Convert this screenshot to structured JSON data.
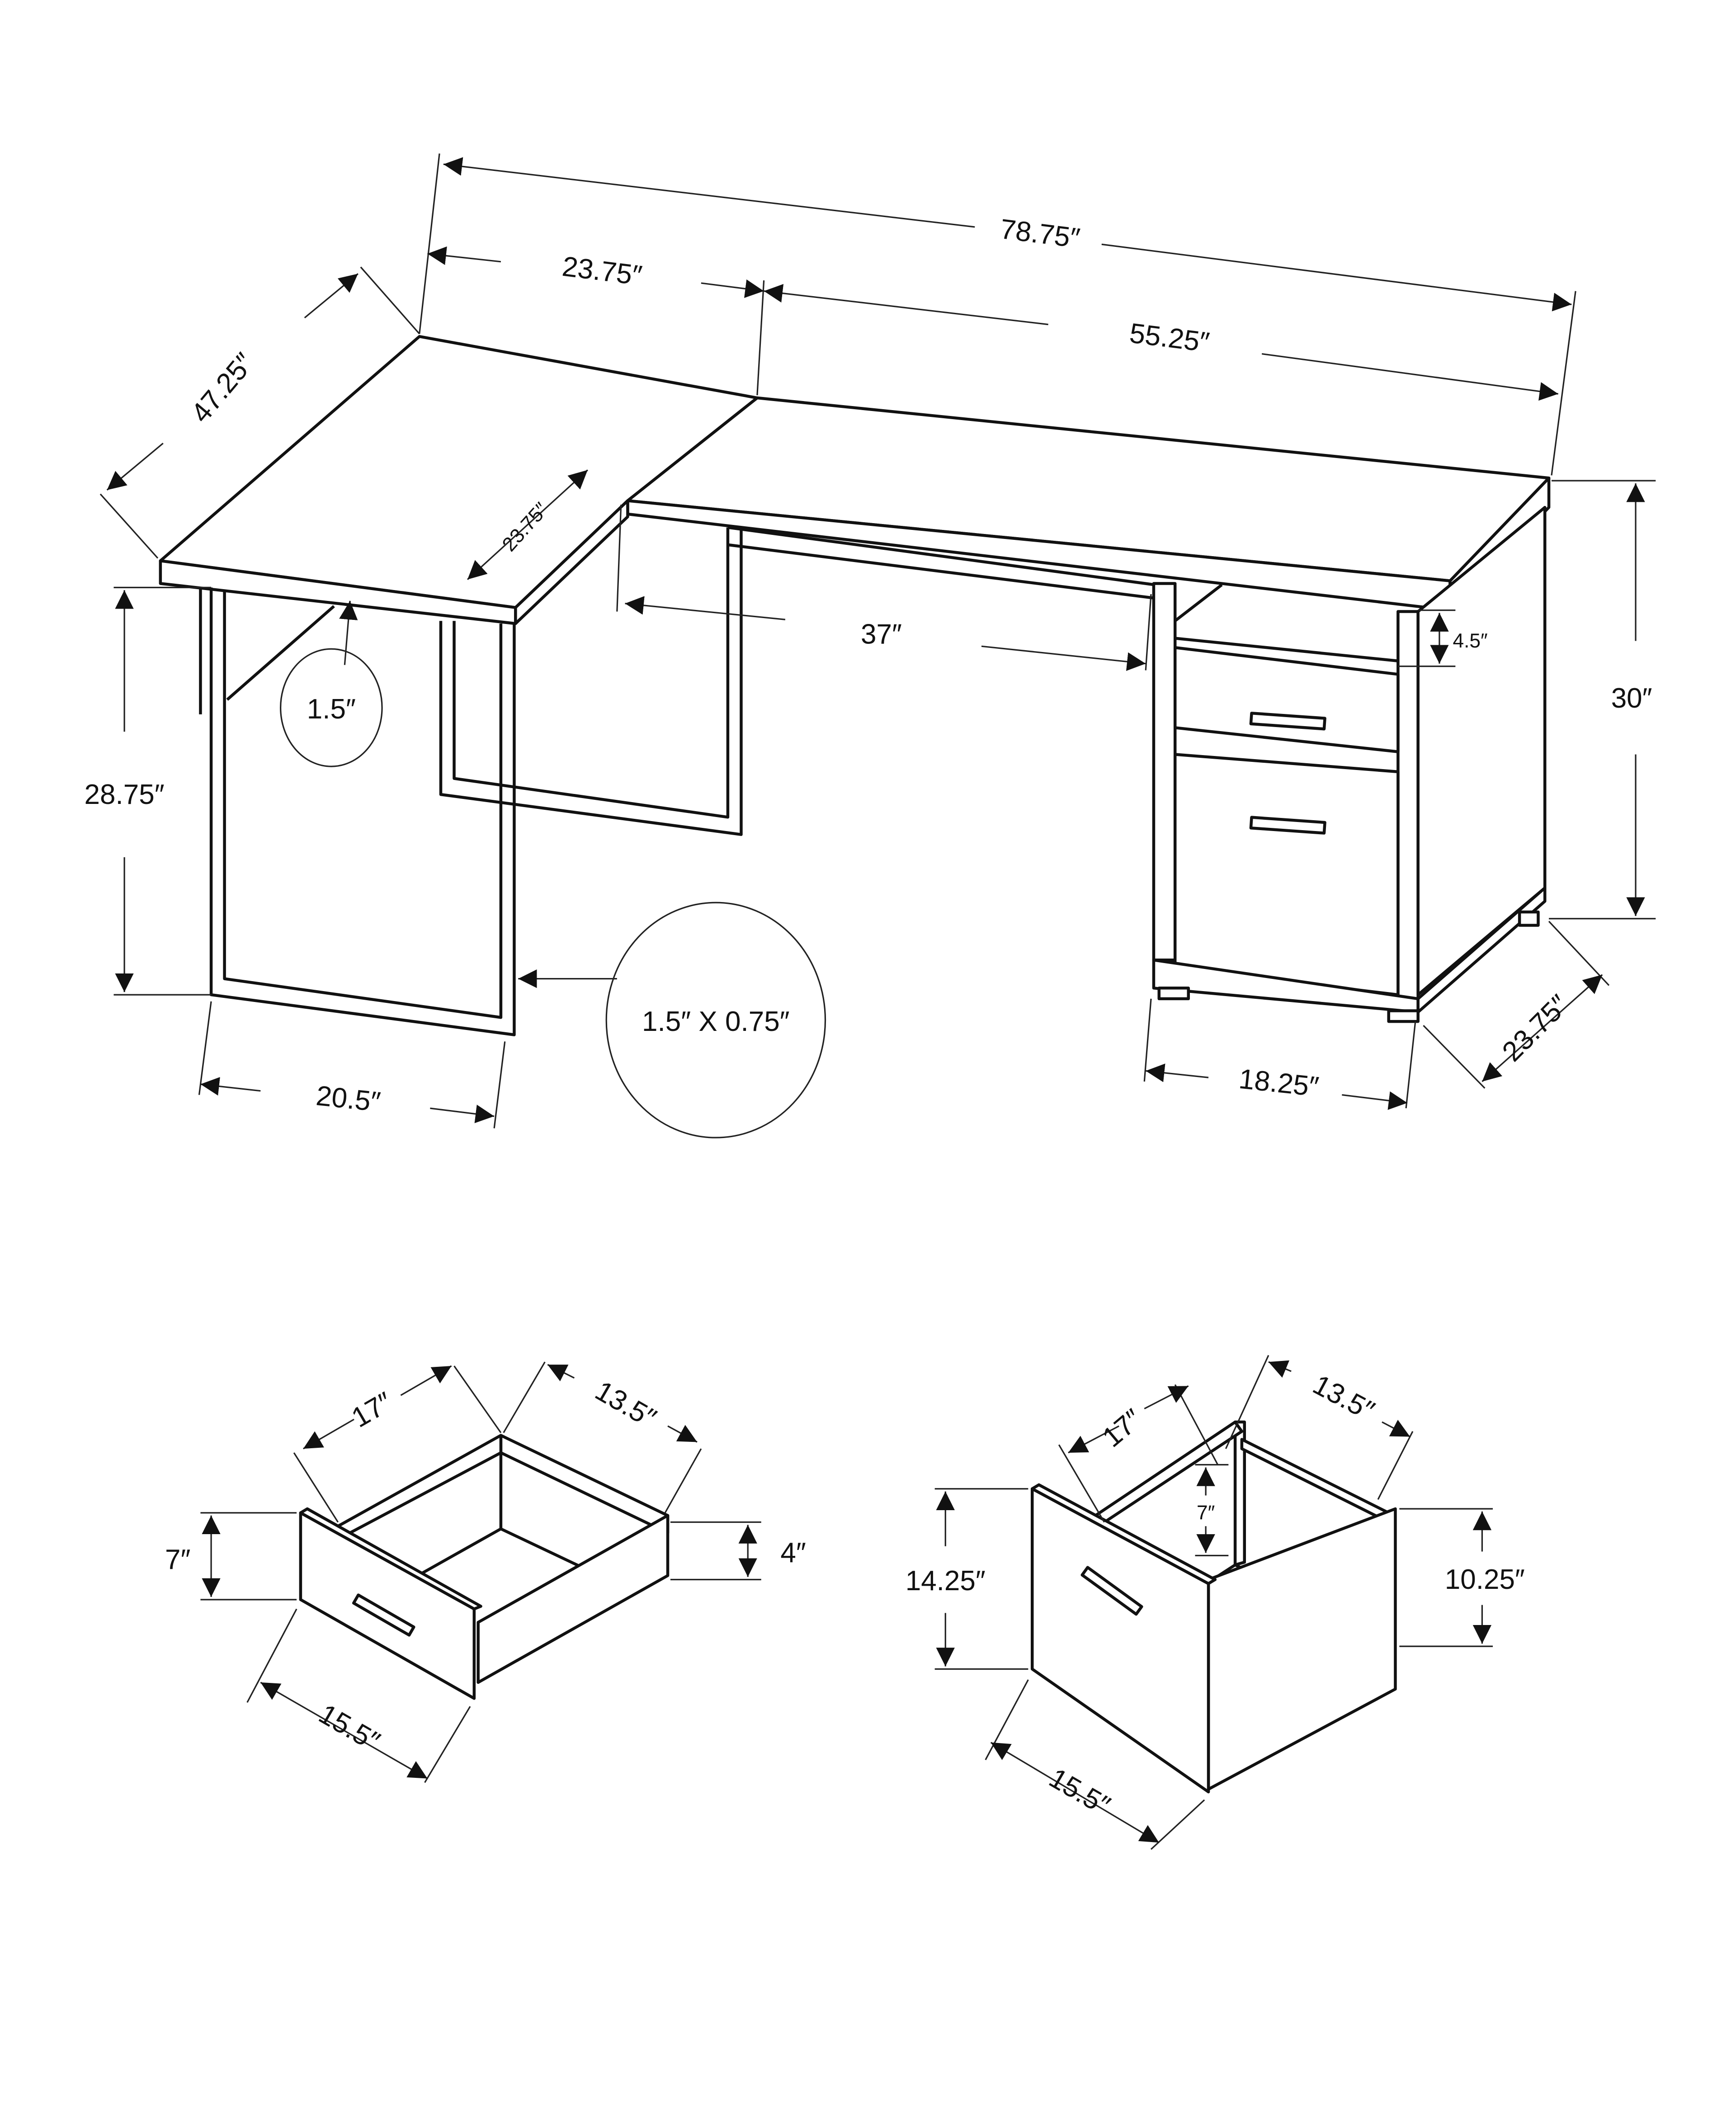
{
  "diagram": {
    "subject": "L-shaped desk with file cabinet",
    "desk": {
      "overall_width": "78.75″",
      "return_width": "23.75″",
      "main_width": "55.25″",
      "return_depth": "47.25″",
      "return_top_depth": "23.75″",
      "knee_width": "37″",
      "shelf_height": "4.5″",
      "overall_height": "30″",
      "leg_height": "28.75″",
      "top_thickness": "1.5″",
      "leg_width": "20.5″",
      "leg_profile": "1.5″ X 0.75″",
      "cabinet_width": "18.25″",
      "cabinet_depth": "23.75″"
    },
    "small_drawer": {
      "depth": "17″",
      "inner_width": "13.5″",
      "front_height": "7″",
      "side_height": "4″",
      "front_width": "15.5″"
    },
    "file_drawer": {
      "depth": "17″",
      "inner_width": "13.5″",
      "inner_height": "7″",
      "front_height": "14.25″",
      "side_height": "10.25″",
      "front_width": "15.5″"
    },
    "colors": {
      "line": "#111111",
      "background": "#ffffff"
    }
  }
}
